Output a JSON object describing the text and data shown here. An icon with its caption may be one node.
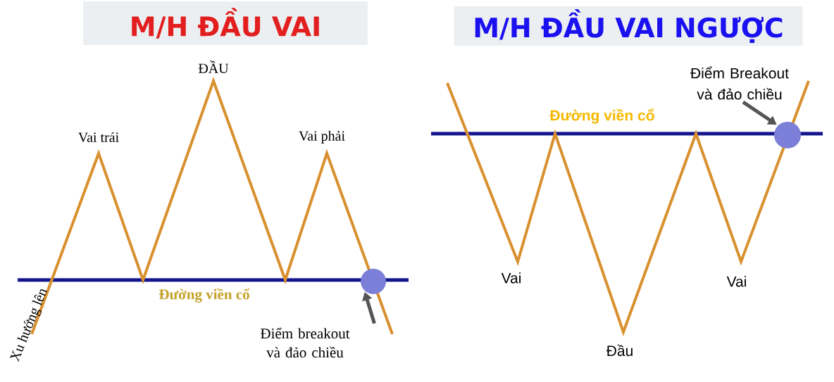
{
  "diagram": {
    "nodes": [
      {
        "text": [
          "M/H ĐẦU VAI"
        ]
      },
      {
        "text": [
          "M/H ĐẦU VAI NGƯỢC"
        ]
      },
      {
        "text": [],
        "shape": "circle"
      },
      {
        "text": [
          "Điểm breakout và đảo chiều"
        ]
      },
      {
        "text": [],
        "shape": "circle"
      },
      {
        "text": [
          "Điểm Breakout và đảo chiều"
        ]
      }
    ],
    "edges": [
      {
        "from": 3,
        "to": 2,
        "arrow": "to"
      },
      {
        "from": 5,
        "to": 4,
        "arrow": "to"
      }
    ],
    "labels": [
      "ĐẦU",
      "Vai trái",
      "Vai phải",
      "Đường viền cổ",
      "Xu hướng lên",
      "Đường viền cổ",
      "Vai",
      "Vai",
      "Đầu"
    ]
  }
}
